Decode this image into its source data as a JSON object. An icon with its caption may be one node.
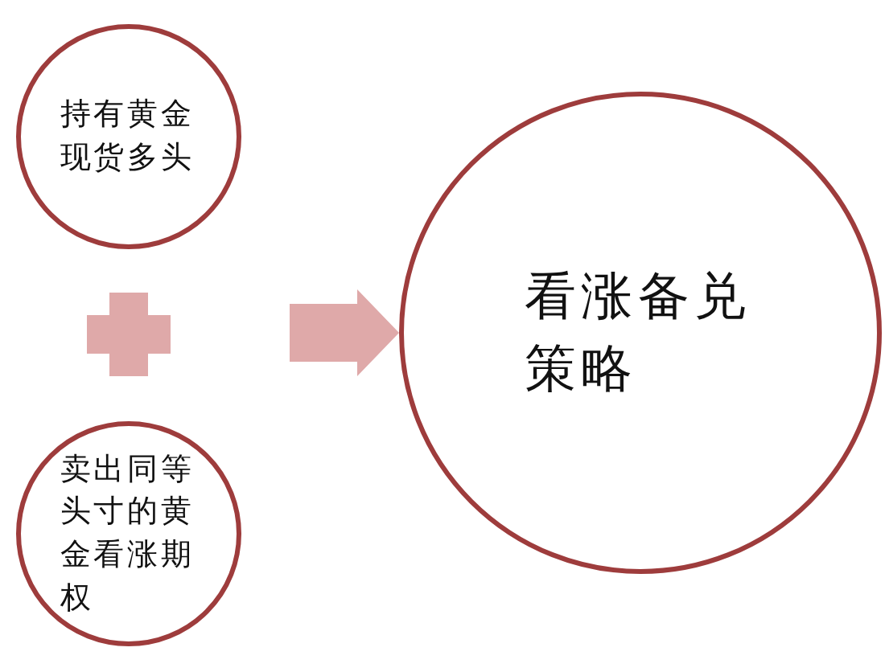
{
  "diagram": {
    "nodes": [
      {
        "text": [
          "持有黄金现货多头"
        ]
      },
      {
        "text": [
          "卖出同等头寸的黄金看涨期权"
        ]
      },
      {
        "text": [
          "看涨备兑策略"
        ]
      }
    ],
    "edges": [
      {
        "from": null,
        "to": 2,
        "arrow": "to"
      }
    ]
  }
}
